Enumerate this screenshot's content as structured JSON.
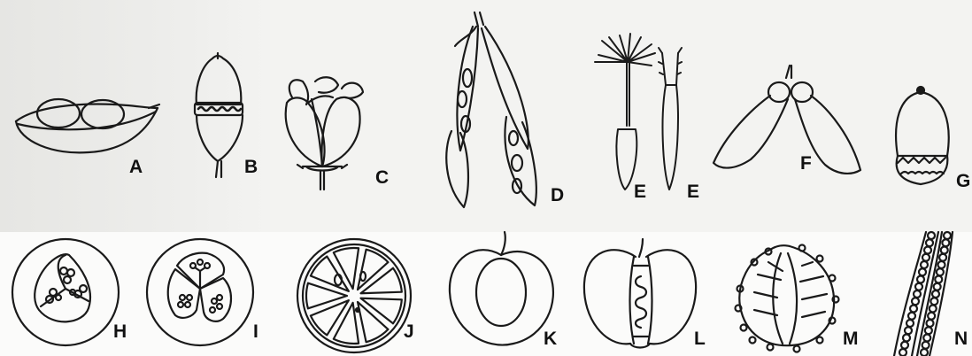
{
  "figure": {
    "labels": {
      "A": "A",
      "B": "B",
      "C": "C",
      "D": "D",
      "E1": "E",
      "E2": "E",
      "F": "F",
      "G": "G",
      "H": "H",
      "I": "I",
      "J": "J",
      "K": "K",
      "L": "L",
      "M": "M",
      "N": "N"
    },
    "ink_color": "#1a1a1a",
    "paper_color": "#f3f3f1"
  }
}
